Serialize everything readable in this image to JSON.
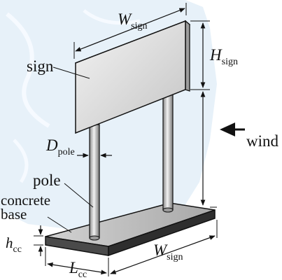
{
  "labels": {
    "w_sign_top": {
      "main": "W",
      "sub": "sign"
    },
    "h_sign": {
      "main": "H",
      "sub": "sign"
    },
    "sign": "sign",
    "d_pole": {
      "main": "D",
      "sub": "pole"
    },
    "wind": "wind",
    "pole": "pole",
    "concrete_base_line1": "concrete",
    "concrete_base_line2": "base",
    "h_cc": {
      "main": "h",
      "sub": "cc"
    },
    "l_cc": {
      "main": "L",
      "sub": "cc"
    },
    "w_sign_bottom": {
      "main": "W",
      "sub": "sign"
    }
  },
  "colors": {
    "background": "#ffffff",
    "sky_tint": "#dcebf6",
    "sign_face": "#d9d9d9",
    "pole_gray": "#cfcfcf",
    "base_top": "#bdbdbd",
    "base_side": "#3c3c3c",
    "ink": "#111111"
  }
}
